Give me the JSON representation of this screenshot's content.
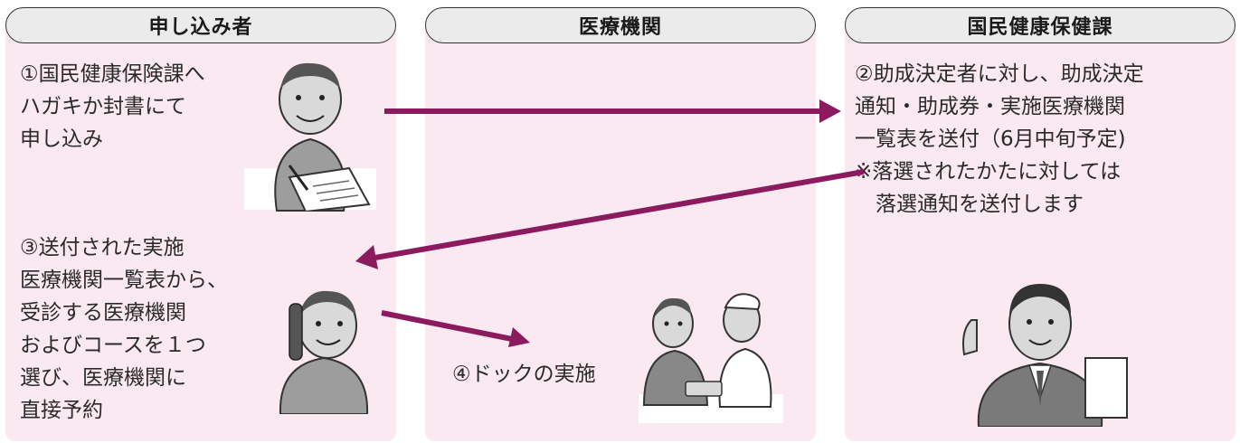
{
  "columns": [
    {
      "header": "申し込み者"
    },
    {
      "header": "医療機関"
    },
    {
      "header": "国民健康保健課"
    }
  ],
  "steps": {
    "step1": [
      "①国民健康保険課へ",
      "ハガキか封書にて",
      "申し込み"
    ],
    "step2": [
      "②助成決定者に対し、助成決定",
      "通知・助成券・実施医療機関",
      "一覧表を送付（6月中旬予定)",
      "※落選されたかたに対しては",
      "　落選通知を送付します"
    ],
    "step3": [
      "③送付された実施",
      "医療機関一覧表から、",
      "受診する医療機関",
      "およびコースを１つ",
      "選び、医療機関に",
      "直接予約"
    ],
    "step4": [
      "④ドックの実施"
    ]
  },
  "colors": {
    "arrow": "#8b1a5e",
    "panel": "#fbe9f1",
    "header_bg": "#ebebeb"
  }
}
